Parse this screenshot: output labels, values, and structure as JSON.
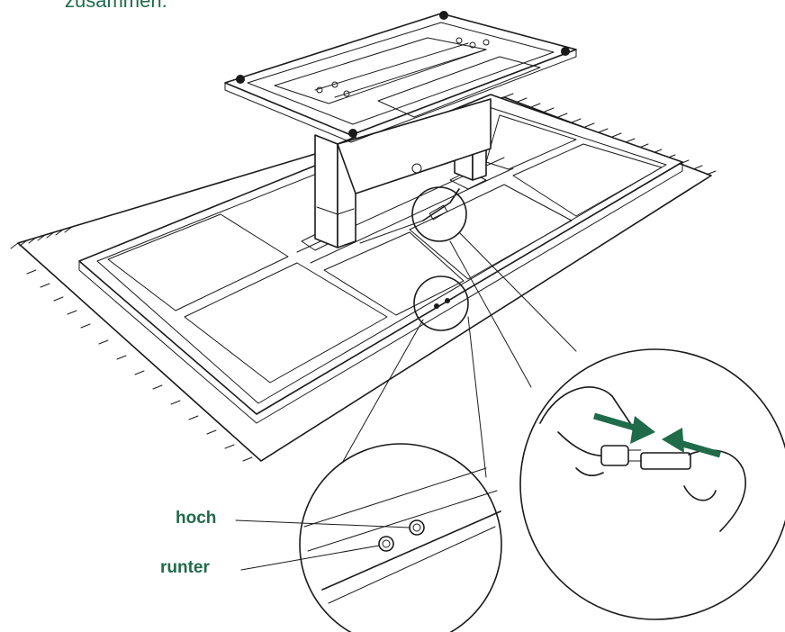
{
  "caption": "zusammen.",
  "labels": {
    "up": "hoch",
    "down": "runter"
  },
  "colors": {
    "accent": "#1f6b4a",
    "line": "#1a1a1a"
  },
  "icons": {
    "connect_arrows": "push-together-arrows-icon"
  }
}
